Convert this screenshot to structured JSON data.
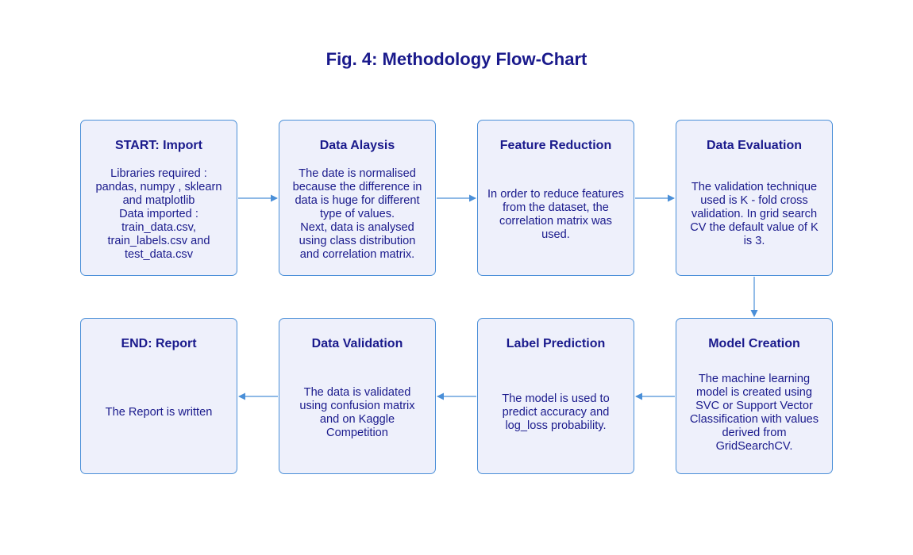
{
  "title": "Fig. 4: Methodology Flow-Chart",
  "colors": {
    "text": "#1a1a8c",
    "box_fill": "#eef0fb",
    "box_border": "#4a8fd8",
    "arrow": "#4a8fd8"
  },
  "steps": [
    {
      "title": "START: Import",
      "text": "Libraries required :\npandas, numpy , sklearn\nand matplotlib\nData imported :\ntrain_data.csv,\ntrain_labels.csv and\ntest_data.csv"
    },
    {
      "title": "Data Alaysis",
      "text": "The date is normalised\nbecause the difference in\ndata is huge for different\ntype of values.\nNext, data is analysed\nusing class distribution\nand correlation matrix."
    },
    {
      "title": "Feature Reduction",
      "text": "In order to reduce features\nfrom the dataset, the\ncorrelation matrix was\nused."
    },
    {
      "title": "Data Evaluation",
      "text": "The validation technique\nused is K - fold cross\nvalidation. In grid search\nCV the default value of K\nis 3."
    },
    {
      "title": "Model Creation",
      "text": "The machine learning\nmodel is created using\nSVC or Support Vector\nClassification with values\nderived from\nGridSearchCV."
    },
    {
      "title": "Label Prediction",
      "text": "The model is used to\npredict accuracy and\nlog_loss probability."
    },
    {
      "title": "Data Validation",
      "text": "The data is validated\nusing confusion matrix\nand on Kaggle\nCompetition"
    },
    {
      "title": "END: Report",
      "text": "The Report is written"
    }
  ]
}
